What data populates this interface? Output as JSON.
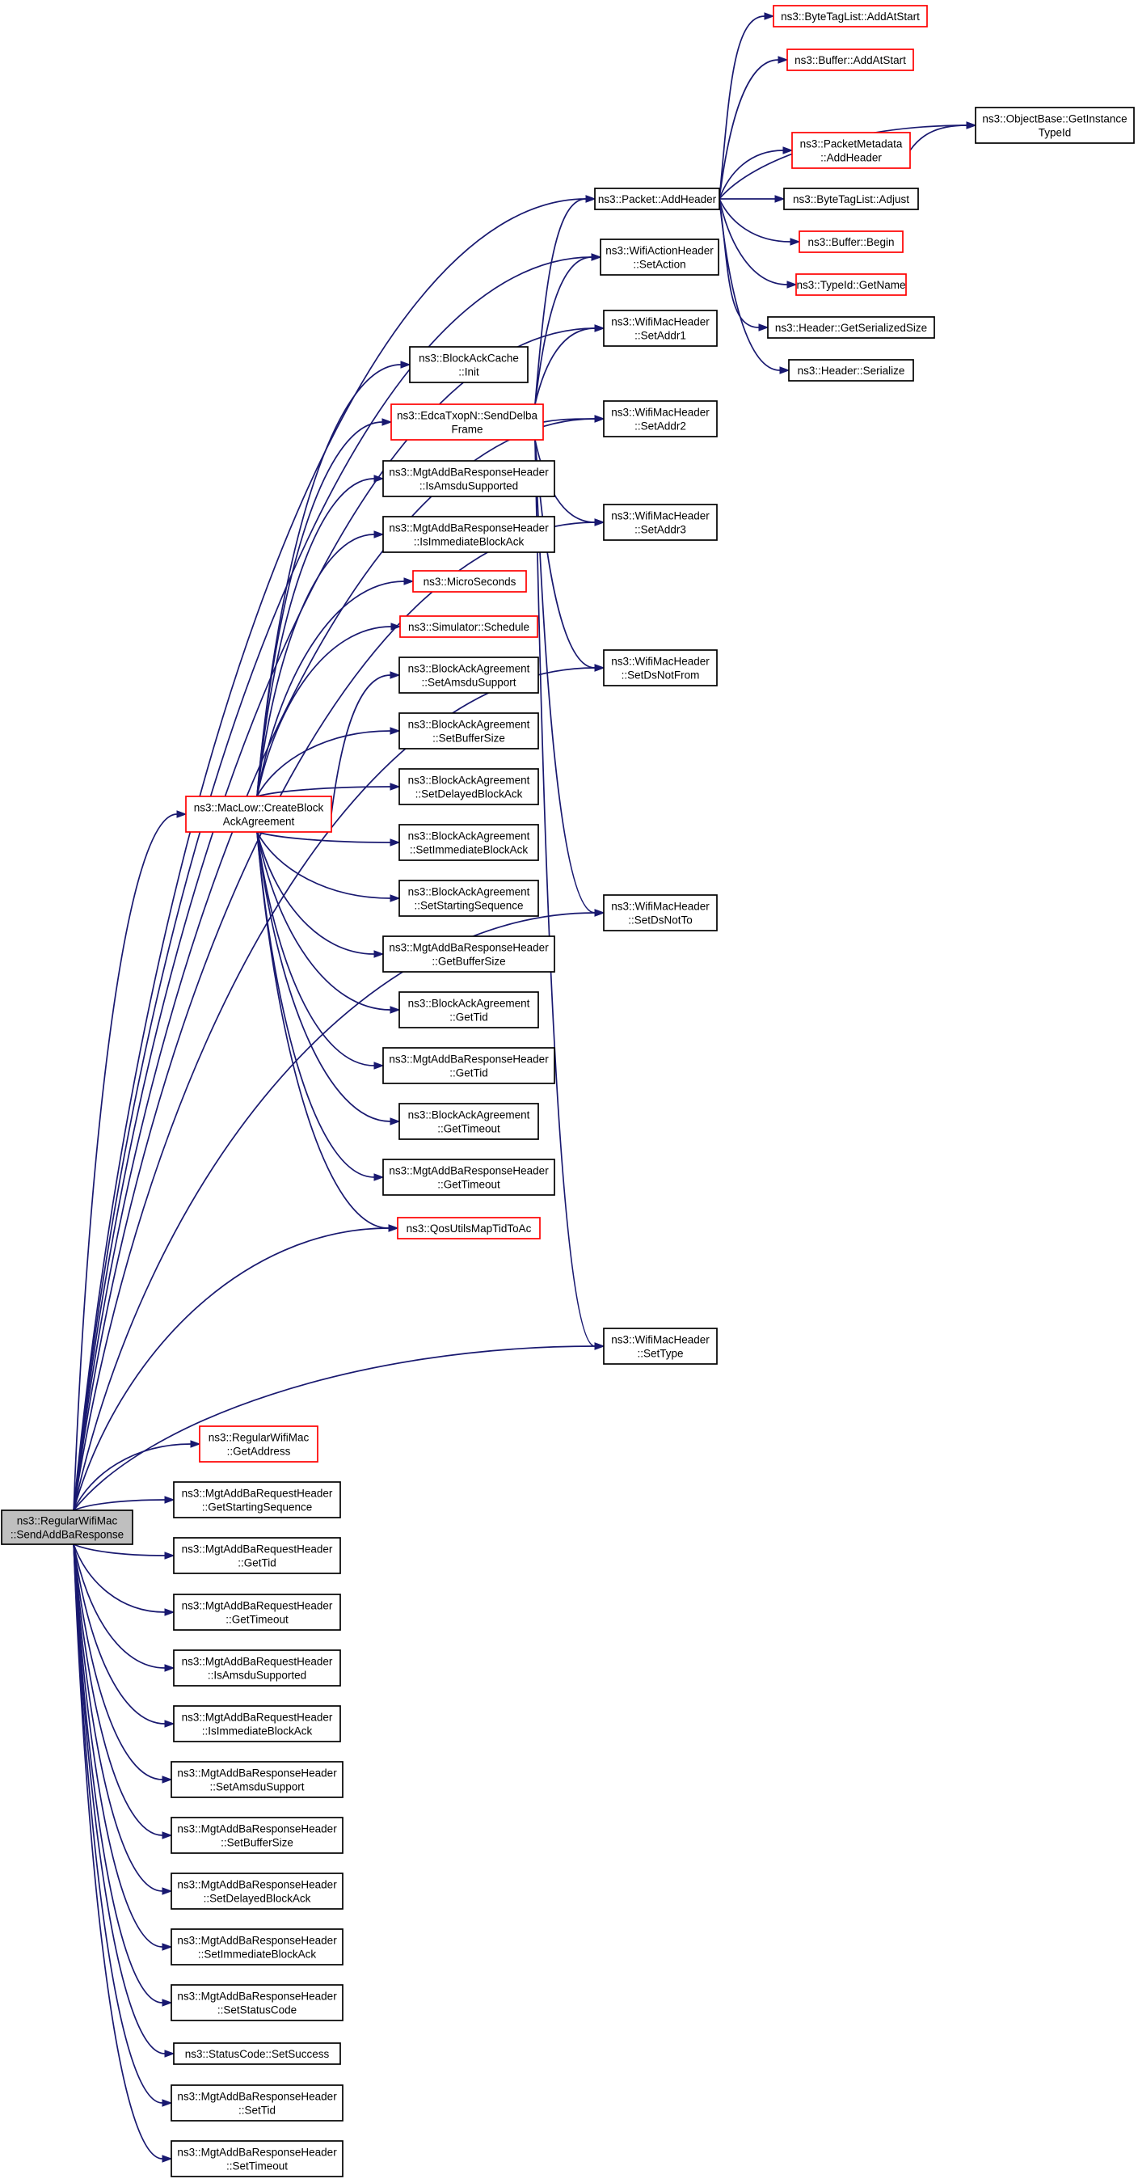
{
  "nodes": [
    {
      "id": "root",
      "lines": [
        "ns3::RegularWifiMac",
        "::SendAddBaResponse"
      ],
      "border": "black",
      "fill": "gray"
    },
    {
      "id": "addheader",
      "lines": [
        "ns3::Packet::AddHeader"
      ],
      "border": "black"
    },
    {
      "id": "bytetag_addatstart",
      "lines": [
        "ns3::ByteTagList::AddAtStart"
      ],
      "border": "red"
    },
    {
      "id": "buffer_addatstart",
      "lines": [
        "ns3::Buffer::AddAtStart"
      ],
      "border": "red"
    },
    {
      "id": "objectbase_getinstancetypeid",
      "lines": [
        "ns3::ObjectBase::GetInstance",
        "TypeId"
      ],
      "border": "black"
    },
    {
      "id": "packetmetadata_addheader",
      "lines": [
        "ns3::PacketMetadata",
        "::AddHeader"
      ],
      "border": "red"
    },
    {
      "id": "bytetag_adjust",
      "lines": [
        "ns3::ByteTagList::Adjust"
      ],
      "border": "black"
    },
    {
      "id": "buffer_begin",
      "lines": [
        "ns3::Buffer::Begin"
      ],
      "border": "red"
    },
    {
      "id": "typeid_getname",
      "lines": [
        "ns3::TypeId::GetName"
      ],
      "border": "red"
    },
    {
      "id": "header_getserializedsize",
      "lines": [
        "ns3::Header::GetSerializedSize"
      ],
      "border": "black"
    },
    {
      "id": "header_serialize",
      "lines": [
        "ns3::Header::Serialize"
      ],
      "border": "black"
    },
    {
      "id": "wifiaction_setaction",
      "lines": [
        "ns3::WifiActionHeader",
        "::SetAction"
      ],
      "border": "black"
    },
    {
      "id": "setaddr1",
      "lines": [
        "ns3::WifiMacHeader",
        "::SetAddr1"
      ],
      "border": "black"
    },
    {
      "id": "setaddr2",
      "lines": [
        "ns3::WifiMacHeader",
        "::SetAddr2"
      ],
      "border": "black"
    },
    {
      "id": "setaddr3",
      "lines": [
        "ns3::WifiMacHeader",
        "::SetAddr3"
      ],
      "border": "black"
    },
    {
      "id": "setdsnotfrom",
      "lines": [
        "ns3::WifiMacHeader",
        "::SetDsNotFrom"
      ],
      "border": "black"
    },
    {
      "id": "setdsnotto",
      "lines": [
        "ns3::WifiMacHeader",
        "::SetDsNotTo"
      ],
      "border": "black"
    },
    {
      "id": "settype",
      "lines": [
        "ns3::WifiMacHeader",
        "::SetType"
      ],
      "border": "black"
    },
    {
      "id": "blockackcache_init",
      "lines": [
        "ns3::BlockAckCache",
        "::Init"
      ],
      "border": "black"
    },
    {
      "id": "senddelba",
      "lines": [
        "ns3::EdcaTxopN::SendDelba",
        "Frame"
      ],
      "border": "red"
    },
    {
      "id": "resp_isamsdu",
      "lines": [
        "ns3::MgtAddBaResponseHeader",
        "::IsAmsduSupported"
      ],
      "border": "black"
    },
    {
      "id": "resp_isimmediate",
      "lines": [
        "ns3::MgtAddBaResponseHeader",
        "::IsImmediateBlockAck"
      ],
      "border": "black"
    },
    {
      "id": "microseconds",
      "lines": [
        "ns3::MicroSeconds"
      ],
      "border": "red"
    },
    {
      "id": "simulator_schedule",
      "lines": [
        "ns3::Simulator::Schedule"
      ],
      "border": "red"
    },
    {
      "id": "bаa_setamsdu",
      "lines": [
        "ns3::BlockAckAgreement",
        "::SetAmsduSupport"
      ],
      "border": "black"
    },
    {
      "id": "baa_setbuffersize",
      "lines": [
        "ns3::BlockAckAgreement",
        "::SetBufferSize"
      ],
      "border": "black"
    },
    {
      "id": "baa_setdelayed",
      "lines": [
        "ns3::BlockAckAgreement",
        "::SetDelayedBlockAck"
      ],
      "border": "black"
    },
    {
      "id": "baa_setimmediate",
      "lines": [
        "ns3::BlockAckAgreement",
        "::SetImmediateBlockAck"
      ],
      "border": "black"
    },
    {
      "id": "baa_setstarting",
      "lines": [
        "ns3::BlockAckAgreement",
        "::SetStartingSequence"
      ],
      "border": "black"
    },
    {
      "id": "resp_getbuffersize",
      "lines": [
        "ns3::MgtAddBaResponseHeader",
        "::GetBufferSize"
      ],
      "border": "black"
    },
    {
      "id": "baa_gettid",
      "lines": [
        "ns3::BlockAckAgreement",
        "::GetTid"
      ],
      "border": "black"
    },
    {
      "id": "resp_gettid",
      "lines": [
        "ns3::MgtAddBaResponseHeader",
        "::GetTid"
      ],
      "border": "black"
    },
    {
      "id": "baa_gettimeout",
      "lines": [
        "ns3::BlockAckAgreement",
        "::GetTimeout"
      ],
      "border": "black"
    },
    {
      "id": "resp_gettimeout",
      "lines": [
        "ns3::MgtAddBaResponseHeader",
        "::GetTimeout"
      ],
      "border": "black"
    },
    {
      "id": "qosutils",
      "lines": [
        "ns3::QosUtilsMapTidToAc"
      ],
      "border": "red"
    },
    {
      "id": "createblockack",
      "lines": [
        "ns3::MacLow::CreateBlock",
        "AckAgreement"
      ],
      "border": "red"
    },
    {
      "id": "regular_getaddress",
      "lines": [
        "ns3::RegularWifiMac",
        "::GetAddress"
      ],
      "border": "red"
    },
    {
      "id": "req_getstarting",
      "lines": [
        "ns3::MgtAddBaRequestHeader",
        "::GetStartingSequence"
      ],
      "border": "black"
    },
    {
      "id": "req_gettid",
      "lines": [
        "ns3::MgtAddBaRequestHeader",
        "::GetTid"
      ],
      "border": "black"
    },
    {
      "id": "req_gettimeout",
      "lines": [
        "ns3::MgtAddBaRequestHeader",
        "::GetTimeout"
      ],
      "border": "black"
    },
    {
      "id": "req_isamsdu",
      "lines": [
        "ns3::MgtAddBaRequestHeader",
        "::IsAmsduSupported"
      ],
      "border": "black"
    },
    {
      "id": "req_isimmediate",
      "lines": [
        "ns3::MgtAddBaRequestHeader",
        "::IsImmediateBlockAck"
      ],
      "border": "black"
    },
    {
      "id": "resp_setamsdu",
      "lines": [
        "ns3::MgtAddBaResponseHeader",
        "::SetAmsduSupport"
      ],
      "border": "black"
    },
    {
      "id": "resp_setbuffersize",
      "lines": [
        "ns3::MgtAddBaResponseHeader",
        "::SetBufferSize"
      ],
      "border": "black"
    },
    {
      "id": "resp_setdelayed",
      "lines": [
        "ns3::MgtAddBaResponseHeader",
        "::SetDelayedBlockAck"
      ],
      "border": "black"
    },
    {
      "id": "resp_setimmediate",
      "lines": [
        "ns3::MgtAddBaResponseHeader",
        "::SetImmediateBlockAck"
      ],
      "border": "black"
    },
    {
      "id": "resp_setstatuscode",
      "lines": [
        "ns3::MgtAddBaResponseHeader",
        "::SetStatusCode"
      ],
      "border": "black"
    },
    {
      "id": "statuscode_setsuccess",
      "lines": [
        "ns3::StatusCode::SetSuccess"
      ],
      "border": "black"
    },
    {
      "id": "resp_settid",
      "lines": [
        "ns3::MgtAddBaResponseHeader",
        "::SetTid"
      ],
      "border": "black"
    },
    {
      "id": "resp_settimeout",
      "lines": [
        "ns3::MgtAddBaResponseHeader",
        "::SetTimeout"
      ],
      "border": "black"
    }
  ],
  "edges": [
    [
      "addheader",
      "bytetag_addatstart"
    ],
    [
      "addheader",
      "buffer_addatstart"
    ],
    [
      "addheader",
      "objectbase_getinstancetypeid"
    ],
    [
      "addheader",
      "packetmetadata_addheader"
    ],
    [
      "packetmetadata_addheader",
      "objectbase_getinstancetypeid"
    ],
    [
      "addheader",
      "bytetag_adjust"
    ],
    [
      "addheader",
      "buffer_begin"
    ],
    [
      "addheader",
      "typeid_getname"
    ],
    [
      "addheader",
      "header_getserializedsize"
    ],
    [
      "addheader",
      "header_serialize"
    ],
    [
      "senddelba",
      "addheader"
    ],
    [
      "senddelba",
      "wifiaction_setaction"
    ],
    [
      "senddelba",
      "setaddr1"
    ],
    [
      "senddelba",
      "setaddr2"
    ],
    [
      "senddelba",
      "setaddr3"
    ],
    [
      "senddelba",
      "setdsnotfrom"
    ],
    [
      "senddelba",
      "setdsnotto"
    ],
    [
      "senddelba",
      "settype"
    ],
    [
      "createblockack",
      "blockackcache_init"
    ],
    [
      "createblockack",
      "senddelba"
    ],
    [
      "createblockack",
      "resp_isamsdu"
    ],
    [
      "createblockack",
      "resp_isimmediate"
    ],
    [
      "createblockack",
      "microseconds"
    ],
    [
      "createblockack",
      "simulator_schedule"
    ],
    [
      "createblockack",
      "bаa_setamsdu"
    ],
    [
      "createblockack",
      "baa_setbuffersize"
    ],
    [
      "createblockack",
      "baa_setdelayed"
    ],
    [
      "createblockack",
      "baa_setimmediate"
    ],
    [
      "createblockack",
      "baa_setstarting"
    ],
    [
      "createblockack",
      "resp_getbuffersize"
    ],
    [
      "createblockack",
      "baa_gettid"
    ],
    [
      "createblockack",
      "resp_gettid"
    ],
    [
      "createblockack",
      "baa_gettimeout"
    ],
    [
      "createblockack",
      "resp_gettimeout"
    ],
    [
      "createblockack",
      "qosutils"
    ],
    [
      "root",
      "addheader"
    ],
    [
      "root",
      "wifiaction_setaction"
    ],
    [
      "root",
      "setaddr1"
    ],
    [
      "root",
      "setaddr2"
    ],
    [
      "root",
      "createblockack"
    ],
    [
      "root",
      "qosutils"
    ],
    [
      "root",
      "setaddr3"
    ],
    [
      "root",
      "setdsnotfrom"
    ],
    [
      "root",
      "setdsnotto"
    ],
    [
      "root",
      "settype"
    ],
    [
      "root",
      "regular_getaddress"
    ],
    [
      "root",
      "req_getstarting"
    ],
    [
      "root",
      "req_gettid"
    ],
    [
      "root",
      "req_gettimeout"
    ],
    [
      "root",
      "req_isamsdu"
    ],
    [
      "root",
      "req_isimmediate"
    ],
    [
      "root",
      "resp_setamsdu"
    ],
    [
      "root",
      "resp_setbuffersize"
    ],
    [
      "root",
      "resp_setdelayed"
    ],
    [
      "root",
      "resp_setimmediate"
    ],
    [
      "root",
      "resp_setstatuscode"
    ],
    [
      "root",
      "statuscode_setsuccess"
    ],
    [
      "root",
      "resp_settid"
    ],
    [
      "root",
      "resp_settimeout"
    ]
  ]
}
